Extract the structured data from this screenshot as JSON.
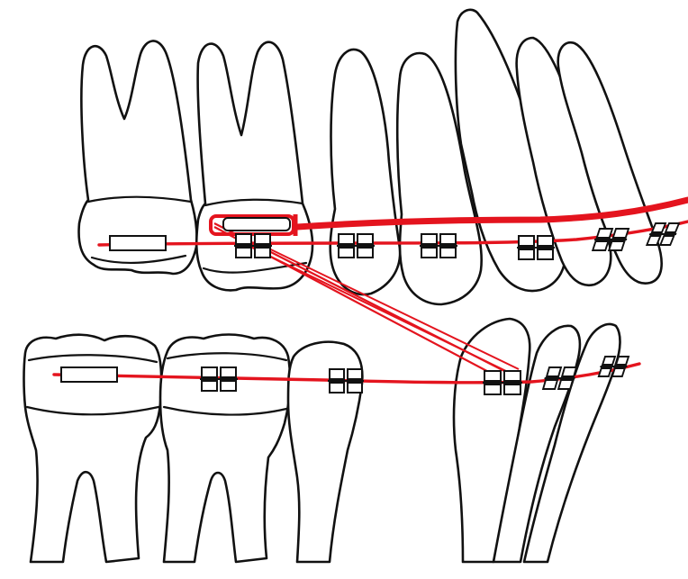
{
  "diagram": {
    "subject": "",
    "colors": {
      "archwire": "#e4141e",
      "outline": "#111111",
      "background": "#ffffff"
    },
    "icons": [
      "molar-band-tube",
      "orthodontic-bracket",
      "archwire",
      "intermaxillary-elastic"
    ]
  }
}
